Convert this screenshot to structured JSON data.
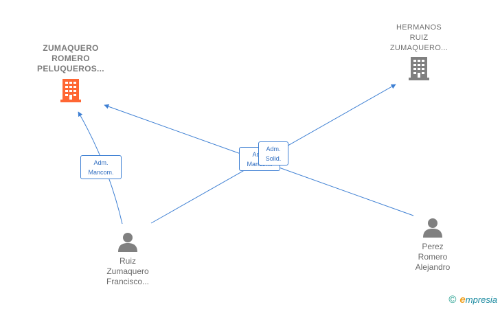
{
  "nodes": {
    "company_main": {
      "name_lines": [
        "ZUMAQUERO",
        "ROMERO",
        "PELUQUEROS..."
      ],
      "icon": "building-icon",
      "color": "#ff6633"
    },
    "company_other": {
      "name_lines": [
        "HERMANOS",
        "RUIZ",
        "ZUMAQUERO..."
      ],
      "icon": "building-icon",
      "color": "#808080"
    },
    "person_ruiz": {
      "name_lines": [
        "Ruiz",
        "Zumaquero",
        "Francisco..."
      ],
      "icon": "person-icon",
      "color": "#808080"
    },
    "person_perez": {
      "name_lines": [
        "Perez",
        "Romero",
        "Alejandro"
      ],
      "icon": "person-icon",
      "color": "#808080"
    }
  },
  "roles": {
    "ruiz_to_main": [
      "Adm.",
      "Mancom."
    ],
    "perez_to_main": [
      "Adm.",
      "Mancom."
    ],
    "ruiz_to_other": [
      "Adm.",
      "Solid."
    ]
  },
  "colors": {
    "edge": "#3d7fd3",
    "role_text": "#2f6dc0"
  },
  "brand": {
    "copyright": "©",
    "initial": "e",
    "rest": "mpresia"
  }
}
